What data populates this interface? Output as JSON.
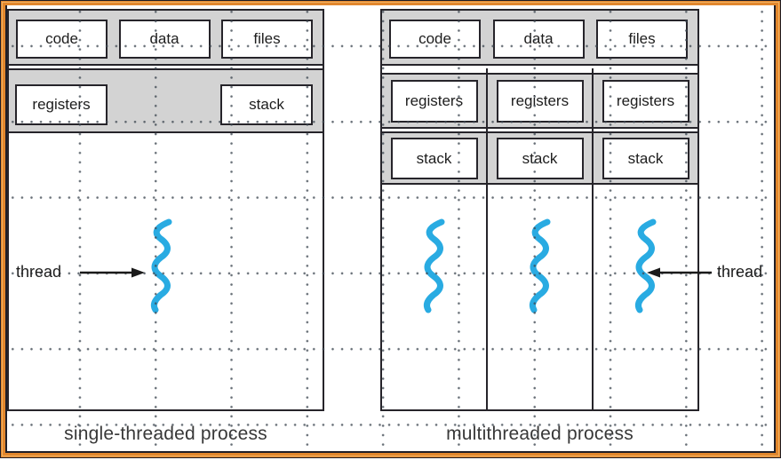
{
  "colors": {
    "frame_orange": "#e2872d",
    "band_gray": "#d3d3d3",
    "thread_blue": "#29abe2",
    "border_dark": "#26242a"
  },
  "left_process": {
    "caption": "single-threaded process",
    "code_label": "code",
    "data_label": "data",
    "files_label": "files",
    "registers_label": "registers",
    "stack_label": "stack",
    "thread_label": "thread"
  },
  "right_process": {
    "caption": "multithreaded process",
    "code_label": "code",
    "data_label": "data",
    "files_label": "files",
    "columns": [
      {
        "registers_label": "registers",
        "stack_label": "stack"
      },
      {
        "registers_label": "registers",
        "stack_label": "stack"
      },
      {
        "registers_label": "registers",
        "stack_label": "stack"
      }
    ],
    "thread_label": "thread"
  }
}
